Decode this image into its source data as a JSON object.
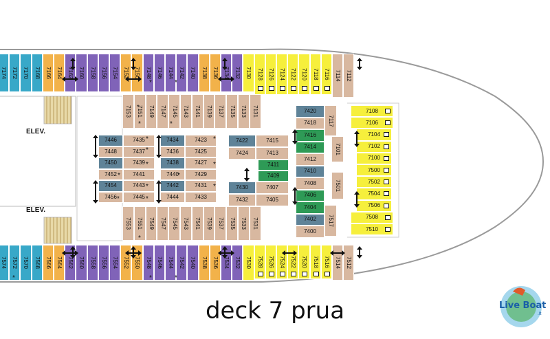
{
  "title": "deck 7 prua",
  "logo": {
    "text": "Live Boat",
    "suffix": ".it"
  },
  "elevators": [
    "ELEV.",
    "ELEV."
  ],
  "colors": {
    "teal": "#38a8c8",
    "orange": "#f2b24a",
    "purple": "#8063b8",
    "tan": "#d8b8a0",
    "slate": "#5f8398",
    "green": "#2e9a56",
    "yellow": "#f6ef3c",
    "hull": "#9a9a9a"
  },
  "top_row": [
    "7174",
    "7172",
    "7170",
    "7168",
    "7166",
    "7164",
    "7162",
    "7160",
    "7158",
    "7156",
    "7154",
    "7152",
    "7150",
    "7148",
    "7146",
    "7144",
    "7142",
    "7140",
    "7138",
    "7136",
    "7134",
    "7132",
    "7130",
    "7128",
    "7126",
    "7124",
    "7122",
    "7120",
    "7118",
    "7116",
    "7114",
    "7112"
  ],
  "bottom_row": [
    "7574",
    "7572",
    "7570",
    "7568",
    "7566",
    "7564",
    "7562",
    "7560",
    "7558",
    "7556",
    "7554",
    "7552",
    "7550",
    "7548",
    "7546",
    "7544",
    "7542",
    "7540",
    "7538",
    "7536",
    "7534",
    "7532",
    "7530",
    "7528",
    "7526",
    "7524",
    "7522",
    "7520",
    "7518",
    "7516",
    "7514",
    "7512"
  ],
  "inner_top": [
    "7153",
    "7151",
    "7149",
    "7147",
    "7145",
    "7143",
    "7141",
    "7139",
    "7137",
    "7135",
    "7133",
    "7131"
  ],
  "inner_bottom": [
    "7553",
    "7551",
    "7549",
    "7547",
    "7545",
    "7543",
    "7541",
    "7539",
    "7537",
    "7535",
    "7533",
    "7531"
  ],
  "block_a": [
    "7446",
    "7435",
    "7448",
    "7437",
    "7450",
    "7439",
    "7452",
    "7441",
    "7454",
    "7443",
    "7456",
    "7445"
  ],
  "block_b": [
    "7434",
    "7423",
    "7436",
    "7425",
    "7438",
    "7427",
    "7440",
    "7429",
    "7442",
    "7431",
    "7444",
    "7433"
  ],
  "block_c": [
    "7422",
    "7415",
    "7424",
    "7413",
    "7411",
    "7409",
    "7430",
    "7407",
    "7432",
    "7405"
  ],
  "block_d": [
    "7420",
    "7418",
    "7416",
    "7414",
    "7412",
    "7410",
    "7408",
    "7406",
    "7404",
    "7402",
    "7400",
    "7117",
    "7101",
    "7501",
    "7517"
  ],
  "suites": [
    "7108",
    "7106",
    "7104",
    "7102",
    "7100",
    "7500",
    "7502",
    "7504",
    "7506",
    "7508",
    "7510"
  ]
}
